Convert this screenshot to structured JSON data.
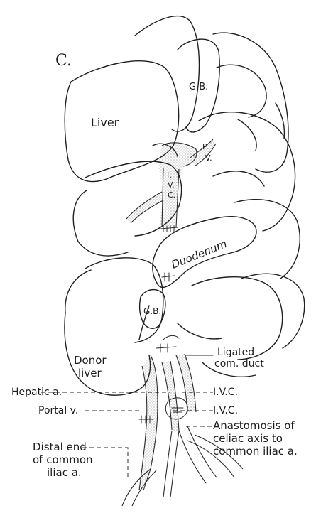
{
  "panel_label": "C.",
  "labels": {
    "liver": "Liver",
    "gb_top": "G.B.",
    "pv_p": "P.",
    "pv_v": "V.",
    "ivc_i": "I.",
    "ivc_v": "V.",
    "ivc_c": "C.",
    "duodenum": "Duodenum",
    "gb_bottom": "G.B.",
    "donor_liver_line1": "Donor",
    "donor_liver_line2": "liver",
    "ligated_line1": "Ligated",
    "ligated_line2": "com. duct",
    "hepatic_a": "Hepatic a.",
    "ivc_right_1": "I.V.C.",
    "ivc_right_2": "I.V.C.",
    "portal_v": "Portal v.",
    "anastomosis_line1": "Anastomosis of",
    "anastomosis_line2": "celiac axis to",
    "anastomosis_line3": "common iliac a.",
    "distal_line1": "Distal end",
    "distal_line2": "of common",
    "distal_line3": "iliac a."
  }
}
